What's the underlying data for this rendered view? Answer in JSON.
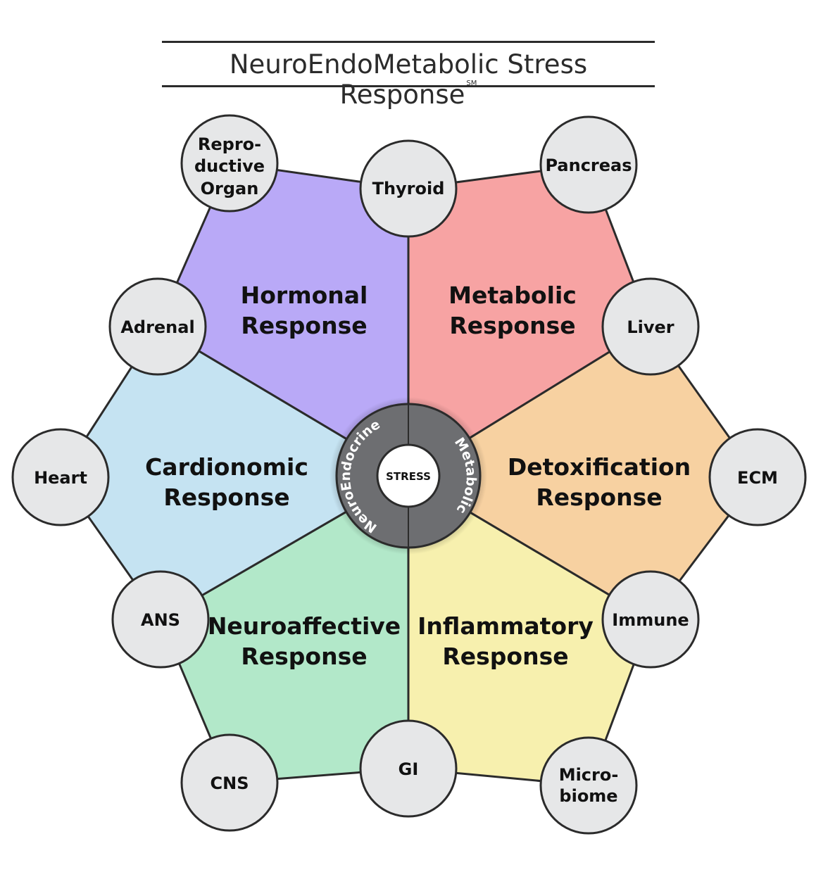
{
  "title": "NeuroEndoMetabolic Stress Response",
  "title_mark": "SM",
  "center": {
    "label": "STRESS",
    "ring_left": "NeuroEndocrine",
    "ring_right": "Metabolic"
  },
  "sectors": [
    {
      "line1": "Hormonal",
      "line2": "Response",
      "color": "#b9a9f7"
    },
    {
      "line1": "Metabolic",
      "line2": "Response",
      "color": "#f7a3a3"
    },
    {
      "line1": "Detoxification",
      "line2": "Response",
      "color": "#f7d1a1"
    },
    {
      "line1": "Inflammatory",
      "line2": "Response",
      "color": "#f7f0ae"
    },
    {
      "line1": "Neuroaffective",
      "line2": "Response",
      "color": "#b2e8c9"
    },
    {
      "line1": "Cardionomic",
      "line2": "Response",
      "color": "#c5e3f2"
    }
  ],
  "organs": [
    {
      "lines": [
        "Repro-",
        "ductive",
        "Organ"
      ]
    },
    {
      "lines": [
        "Thyroid"
      ]
    },
    {
      "lines": [
        "Pancreas"
      ]
    },
    {
      "lines": [
        "Adrenal"
      ]
    },
    {
      "lines": [
        "Liver"
      ]
    },
    {
      "lines": [
        "Heart"
      ]
    },
    {
      "lines": [
        "ECM"
      ]
    },
    {
      "lines": [
        "ANS"
      ]
    },
    {
      "lines": [
        "Immune"
      ]
    },
    {
      "lines": [
        "CNS"
      ]
    },
    {
      "lines": [
        "GI"
      ]
    },
    {
      "lines": [
        "Micro-",
        "biome"
      ]
    }
  ],
  "colors": {
    "organ_fill": "#e6e7e8",
    "ring": "#6d6e71",
    "outline": "#2b2b2b"
  }
}
